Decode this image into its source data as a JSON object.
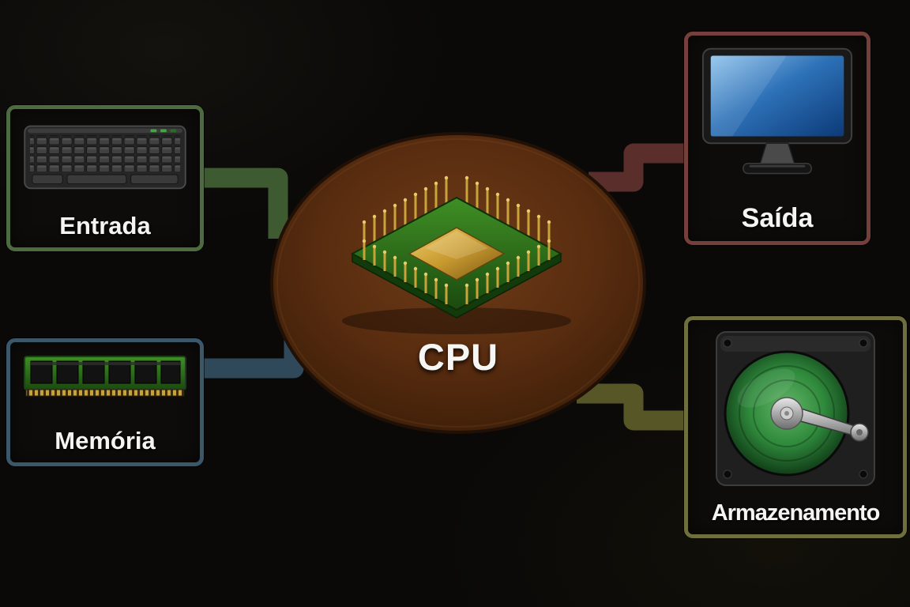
{
  "canvas": {
    "background": "#0a0908"
  },
  "center": {
    "label": "CPU",
    "icon": "cpu-chip-icon",
    "fill": "#6e3d18",
    "fill_edge": "#3c1e08"
  },
  "nodes": [
    {
      "id": "entrada",
      "label": "Entrada",
      "icon": "keyboard-icon",
      "border_color": "#4d6b3e",
      "connector_color": "#3d5a31"
    },
    {
      "id": "memoria",
      "label": "Memória",
      "icon": "ram-icon",
      "border_color": "#3b586b",
      "connector_color": "#2f495a"
    },
    {
      "id": "saida",
      "label": "Saída",
      "icon": "monitor-icon",
      "border_color": "#75403c",
      "connector_color": "#5a2e2a"
    },
    {
      "id": "armazenamento",
      "label": "Armazenamento",
      "icon": "hdd-icon",
      "border_color": "#6f6f3d",
      "connector_color": "#565627"
    }
  ],
  "palette": {
    "pcb_green": "#3f8f25",
    "gold": "#c89a30",
    "monitor_blue": "#2e72b8",
    "platter_green": "#2f8a3c",
    "label_text": "#f4f4f2"
  }
}
